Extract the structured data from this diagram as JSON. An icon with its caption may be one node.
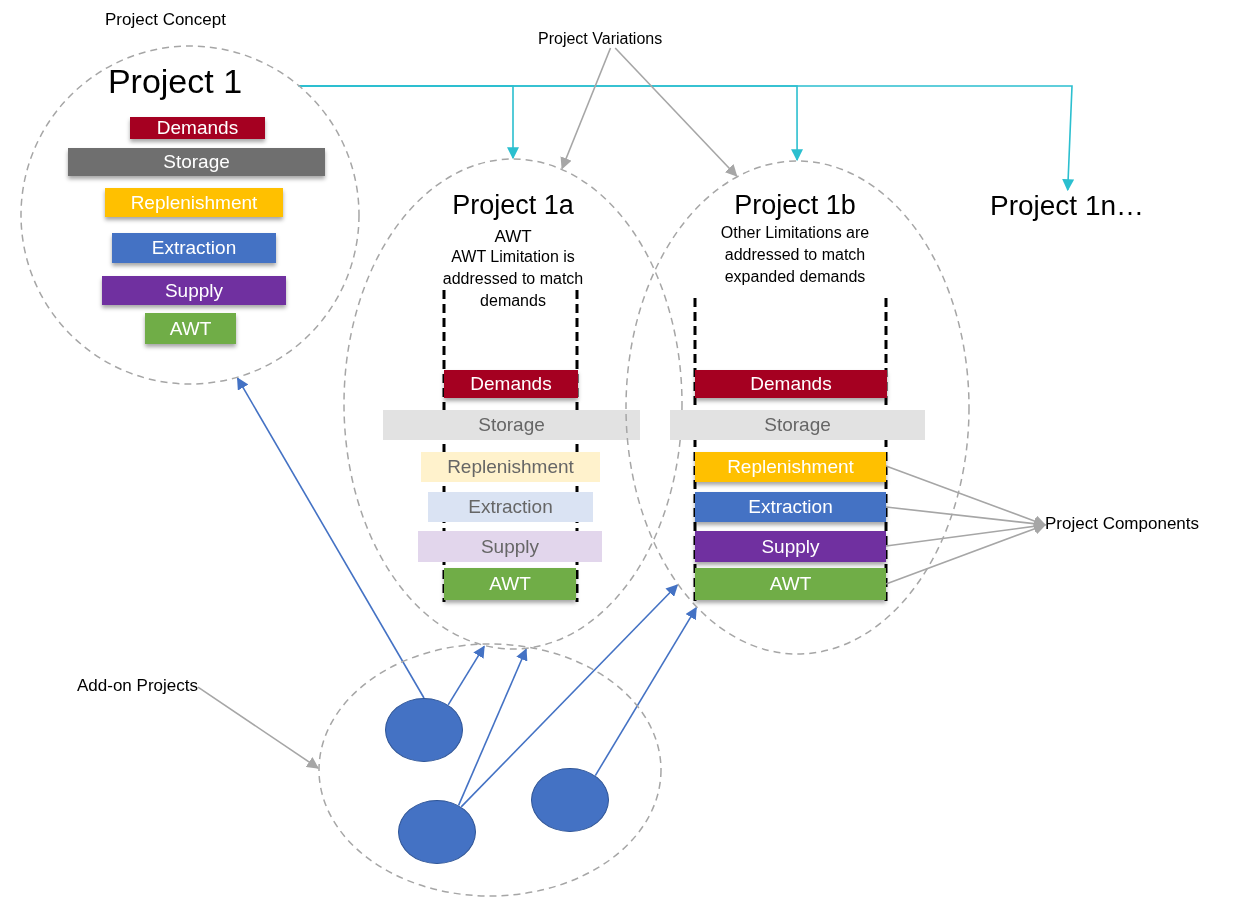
{
  "diagram": {
    "nodes": [
      {
        "text": [
          "Project 1"
        ],
        "beside": [
          "Project Concept"
        ]
      },
      {
        "text": [
          "Demands"
        ],
        "in": 0
      },
      {
        "text": [
          "Storage"
        ],
        "in": 0
      },
      {
        "text": [
          "Replenishment"
        ],
        "in": 0
      },
      {
        "text": [
          "Extraction"
        ],
        "in": 0
      },
      {
        "text": [
          "Supply"
        ],
        "in": 0
      },
      {
        "text": [
          "AWT"
        ],
        "in": 0
      },
      {
        "text": [
          "Project 1a",
          "AWT",
          "AWT Limitation is addressed to match demands"
        ]
      },
      {
        "text": [
          "Demands"
        ],
        "in": 7
      },
      {
        "text": [
          "Storage"
        ],
        "in": 7
      },
      {
        "text": [
          "Replenishment"
        ],
        "in": 7
      },
      {
        "text": [
          "Extraction"
        ],
        "in": 7
      },
      {
        "text": [
          "Supply"
        ],
        "in": 7
      },
      {
        "text": [
          "AWT"
        ],
        "in": 7
      },
      {
        "text": [
          "Project 1b",
          "Other Limitations are addressed to match expanded demands"
        ]
      },
      {
        "text": [
          "Demands"
        ],
        "in": 14
      },
      {
        "text": [
          "Storage"
        ],
        "in": 14
      },
      {
        "text": [
          "Replenishment"
        ],
        "in": 14
      },
      {
        "text": [
          "Extraction"
        ],
        "in": 14
      },
      {
        "text": [
          "Supply"
        ],
        "in": 14
      },
      {
        "text": [
          "AWT"
        ],
        "in": 14
      },
      {
        "text": [
          "Project 1n…"
        ]
      },
      {
        "text": [
          "Project Variations"
        ]
      },
      {
        "text": [
          "Project Components"
        ]
      },
      {
        "text": [
          "Add-on Projects"
        ]
      },
      {
        "text": [],
        "shape": "circle"
      },
      {
        "text": [],
        "shape": "circle",
        "in": 25
      },
      {
        "text": [],
        "shape": "circle",
        "in": 25
      },
      {
        "text": [],
        "shape": "circle",
        "in": 25
      }
    ],
    "edges": [
      {
        "from": 0,
        "to": 7,
        "arrow": "to",
        "color": "#2bbfcf"
      },
      {
        "from": 0,
        "to": 14,
        "arrow": "to",
        "color": "#2bbfcf"
      },
      {
        "from": 0,
        "to": 21,
        "arrow": "to",
        "color": "#2bbfcf"
      },
      {
        "from": 22,
        "to": 7,
        "arrow": "to"
      },
      {
        "from": 22,
        "to": 14,
        "arrow": "to"
      },
      {
        "from": 17,
        "to": 23,
        "arrow": "to"
      },
      {
        "from": 18,
        "to": 23,
        "arrow": "to"
      },
      {
        "from": 19,
        "to": 23,
        "arrow": "to"
      },
      {
        "from": 20,
        "to": 23,
        "arrow": "to"
      },
      {
        "from": 24,
        "to": 25,
        "arrow": "to"
      },
      {
        "from": 26,
        "to": 0,
        "arrow": "to",
        "color": "#4472c4"
      },
      {
        "from": 26,
        "to": 7,
        "arrow": "to",
        "color": "#4472c4"
      },
      {
        "from": 27,
        "to": 7,
        "arrow": "to",
        "color": "#4472c4"
      },
      {
        "from": 27,
        "to": 14,
        "arrow": "to",
        "color": "#4472c4"
      },
      {
        "from": 28,
        "to": 14,
        "arrow": "to",
        "color": "#4472c4"
      }
    ]
  }
}
